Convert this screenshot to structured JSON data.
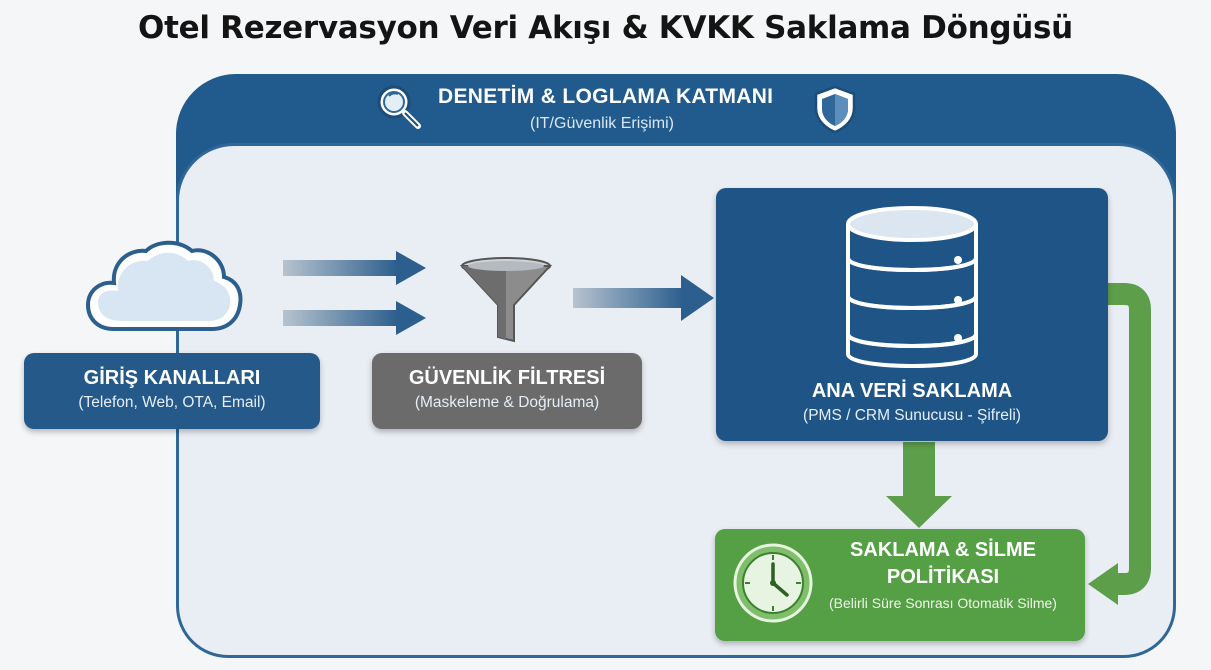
{
  "title": "Otel Rezervasyon Veri Akışı & KVKK Saklama Döngüsü",
  "audit_layer": {
    "title": "DENETİM & LOGLAMA KATMANI",
    "subtitle": "(IT/Güvenlik Erişimi)",
    "left_icon": "magnifier-icon",
    "right_icon": "shield-icon"
  },
  "nodes": {
    "input_channels": {
      "title": "GİRİŞ KANALLARI",
      "subtitle": "(Telefon, Web, OTA, Email)",
      "icon": "cloud-icon"
    },
    "security_filter": {
      "title": "GÜVENLİK FİLTRESİ",
      "subtitle": "(Maskeleme & Doğrulama)",
      "icon": "funnel-icon"
    },
    "main_storage": {
      "title": "ANA VERİ SAKLAMA",
      "subtitle": "(PMS / CRM Sunucusu - Şifreli)",
      "icon": "database-icon"
    },
    "retention_policy": {
      "title_line1": "SAKLAMA & SİLME",
      "title_line2": "POLİTİKASI",
      "subtitle": "(Belirli Süre Sonrası Otomatik Silme)",
      "icon": "clock-icon"
    }
  },
  "colors": {
    "audit_blue": "#215a8c",
    "storage_blue": "#1f5586",
    "filter_gray": "#6b6b6b",
    "retention_green": "#55a044",
    "arrow_blue": "#2c5f8e"
  }
}
